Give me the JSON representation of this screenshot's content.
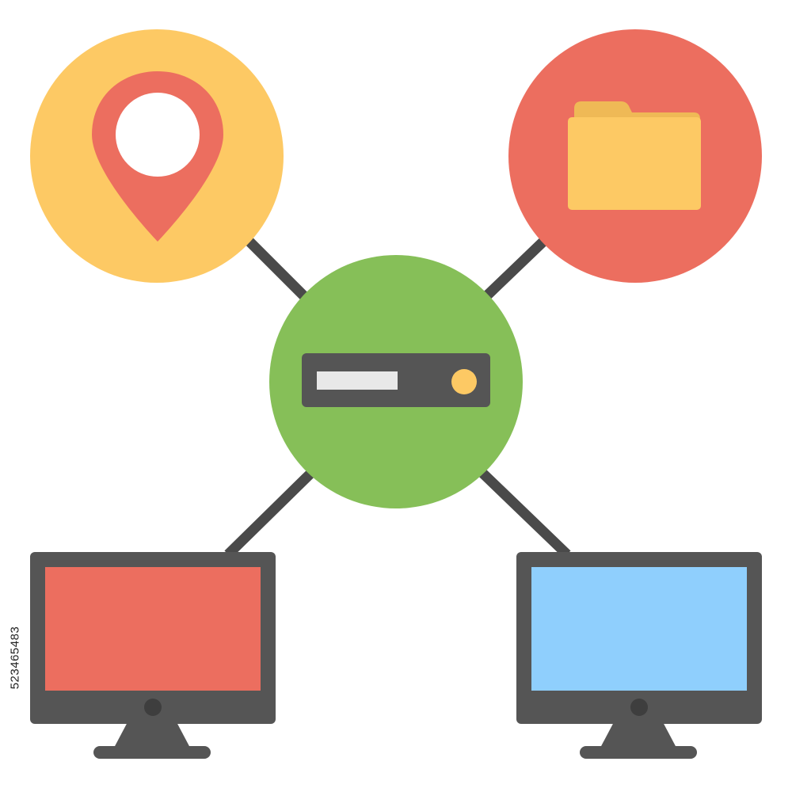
{
  "colors": {
    "background": "#ffffff",
    "connector": "#4a4a4a",
    "location_circle": "#fdc964",
    "location_pin": "#ec6e5f",
    "location_pin_hole": "#ffffff",
    "folder_circle": "#ec6e5f",
    "folder_body": "#fdc964",
    "folder_tab": "#efb956",
    "server_circle": "#86bf58",
    "server_body": "#555555",
    "server_slot": "#e8e8e8",
    "server_led": "#fdc964",
    "monitor_frame": "#555555",
    "monitor_left_screen": "#ec6e5f",
    "monitor_right_screen": "#8fcffd",
    "monitor_power_button": "#3e3e3e"
  },
  "nodes": [
    {
      "id": "location",
      "icon": "map-pin-icon"
    },
    {
      "id": "folder",
      "icon": "folder-icon"
    },
    {
      "id": "server",
      "icon": "server-icon"
    },
    {
      "id": "computer-left",
      "icon": "monitor-icon"
    },
    {
      "id": "computer-right",
      "icon": "monitor-icon"
    }
  ],
  "connections": [
    {
      "from": "server",
      "to": "location"
    },
    {
      "from": "server",
      "to": "folder"
    },
    {
      "from": "server",
      "to": "computer-left"
    },
    {
      "from": "server",
      "to": "computer-right"
    }
  ],
  "stock_id": "523465483"
}
